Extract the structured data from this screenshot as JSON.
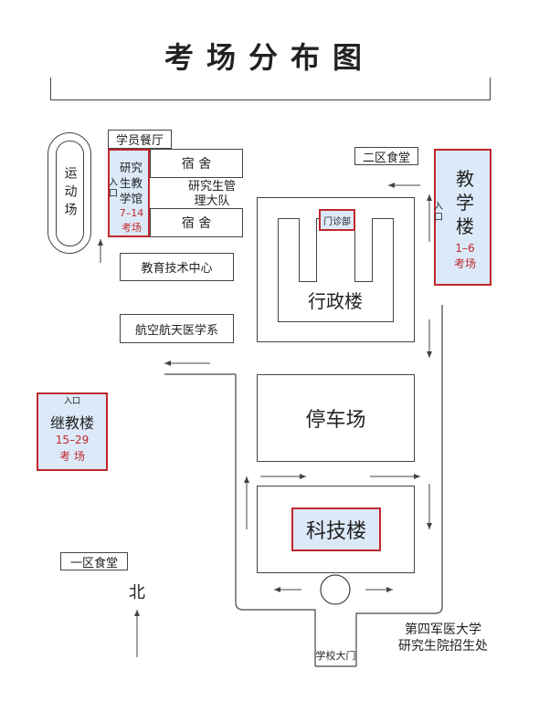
{
  "title": "考场分布图",
  "labels": {
    "playground": "运动场",
    "canteen_trainee": "学员餐厅",
    "dorm": "宿 舍",
    "grad_brigade": "研究生管理大队",
    "edu_tech_center": "教育技术中心",
    "aero_med": "航空航天医学系",
    "canteen_2": "二区食堂",
    "clinic": "门诊部",
    "admin_bldg": "行政楼",
    "parking": "停车场",
    "sci_tech_bldg": "科技楼",
    "canteen_1": "一区食堂",
    "north": "北",
    "gate": "学校大门",
    "footer_line1": "第四军医大学",
    "footer_line2": "研究生院招生处"
  },
  "venues": {
    "grad_teaching": {
      "name": "研究生教学馆",
      "entrance": "入口",
      "rooms": "7–14",
      "suffix": "考场"
    },
    "teaching": {
      "name": "教学楼",
      "entrance": "入口",
      "rooms": "1–6",
      "suffix": "考场"
    },
    "continuing": {
      "name": "继教楼",
      "entrance": "入口",
      "rooms": "15–29",
      "suffix": "考 场"
    }
  },
  "colors": {
    "highlight_fill": "#dce9f8",
    "highlight_border": "#c0272d",
    "room_text": "#c0272d",
    "line": "#444444"
  }
}
